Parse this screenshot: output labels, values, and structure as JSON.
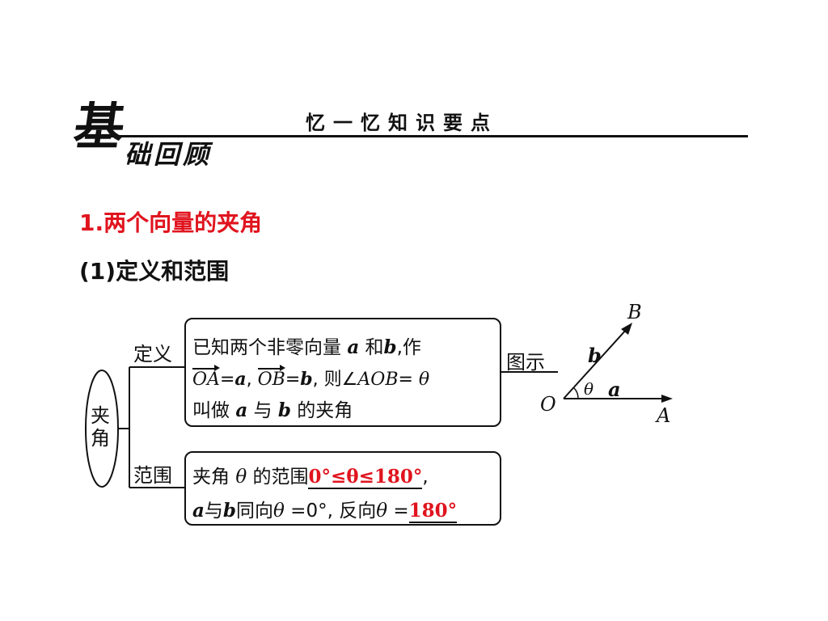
{
  "header": {
    "subtitle": "忆一忆知识要点",
    "logo_big": "基",
    "logo_small": "础回顾"
  },
  "section": {
    "heading_num": "1.",
    "heading_text": "两个向量的夹角",
    "sub_num": "(1)",
    "sub_text": "定义和范围"
  },
  "diagram": {
    "root_label_1": "夹",
    "root_label_2": "角",
    "branch_def": "定义",
    "branch_range": "范围",
    "def_line1_a": "已知两个非零向量 ",
    "def_a": "a",
    "def_line1_b": " 和",
    "def_b": "b",
    "def_line1_c": ",作",
    "def_oa": "OA",
    "def_eq1": "=",
    "def_a2": "a",
    "def_comma1": ", ",
    "def_ob": "OB",
    "def_eq2": "=",
    "def_b2": "b",
    "def_then": ", 则∠",
    "def_aob": "AOB",
    "def_eq3": "= ",
    "def_theta": "θ",
    "def_line3_a": "叫做 ",
    "def_line3_aa": "a",
    "def_line3_b": " 与 ",
    "def_line3_bb": "b",
    "def_line3_c": " 的夹角",
    "range_line1_a": "夹角 ",
    "range_theta": "θ",
    "range_line1_b": " 的范围",
    "range_answer1": "0°≤θ≤180°",
    "range_comma": ",",
    "range_a": "a",
    "range_with": "与",
    "range_b": "b",
    "range_same": "同向",
    "range_theta2": "θ",
    "range_eq0": " =0°, 反向",
    "range_theta3": "θ",
    "range_eq": " =",
    "range_answer2": "180°",
    "figure_label": "图示",
    "fig_B": "B",
    "fig_b": "b",
    "fig_theta": "θ",
    "fig_a": "a",
    "fig_O": "O",
    "fig_A": "A"
  }
}
